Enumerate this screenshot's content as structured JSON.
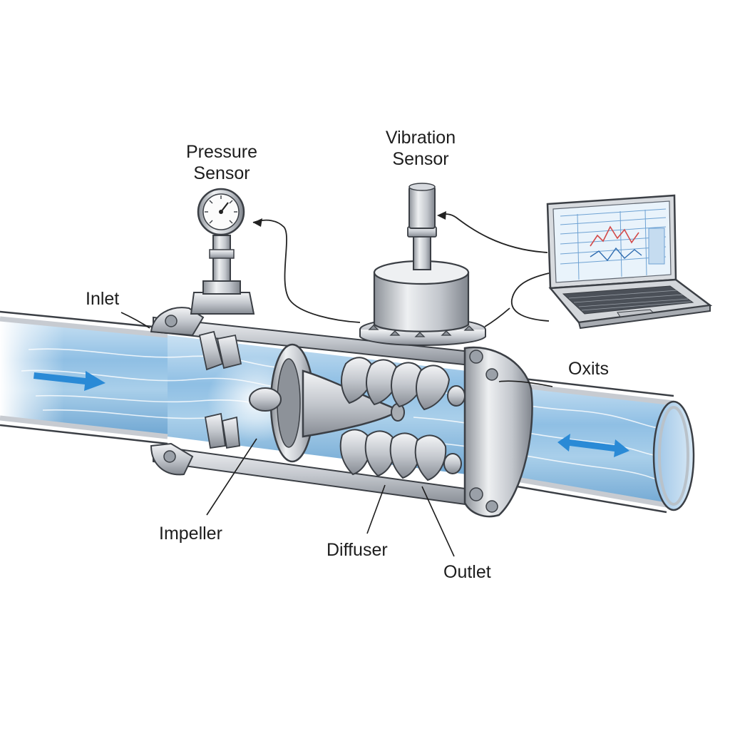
{
  "labels": {
    "pressure_sensor": [
      "Pressure",
      "Sensor"
    ],
    "vibration_sensor": [
      "Vibration",
      "Sensor"
    ],
    "inlet": "Inlet",
    "oxits": "Oxits",
    "impeller": "Impeller",
    "diffuser": "Diffuser",
    "outlet": "Outlet"
  },
  "colors": {
    "water": "#a9cfea",
    "water_deep": "#6fa6d2",
    "arrow": "#2a8ad6",
    "metal_light": "#e7e9ec",
    "metal_mid": "#b8bcc2",
    "metal_dark": "#7b8088",
    "outline": "#3b3f45",
    "screen": "#e9f3fb"
  },
  "icons": [
    "pressure-gauge-icon",
    "vibration-sensor-icon",
    "laptop-icon",
    "flow-arrow-icon"
  ]
}
